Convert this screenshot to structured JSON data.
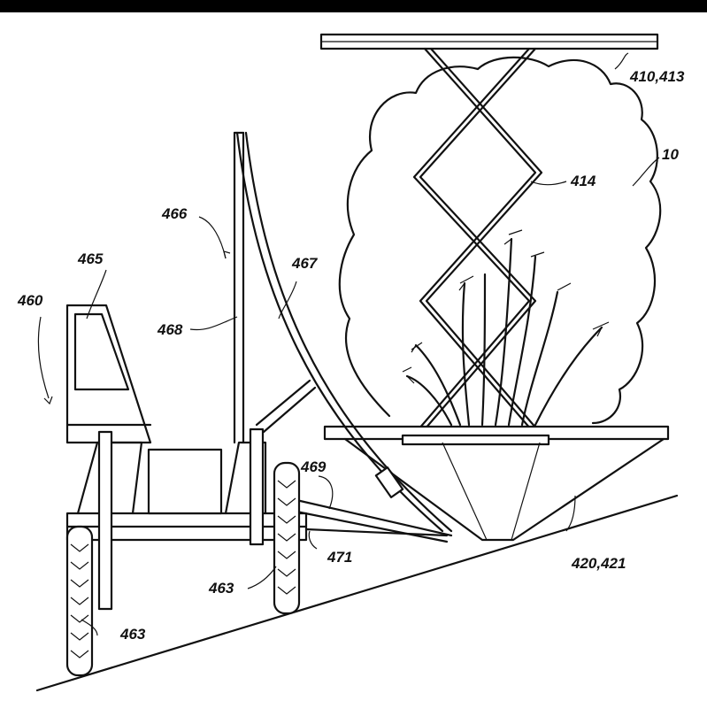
{
  "labels": {
    "l410": "410,413",
    "l10": "10",
    "l414": "414",
    "l466": "466",
    "l465": "465",
    "l467": "467",
    "l460": "460",
    "l468": "468",
    "l469": "469",
    "l471": "471",
    "l463a": "463",
    "l463b": "463",
    "l420": "420,421"
  }
}
